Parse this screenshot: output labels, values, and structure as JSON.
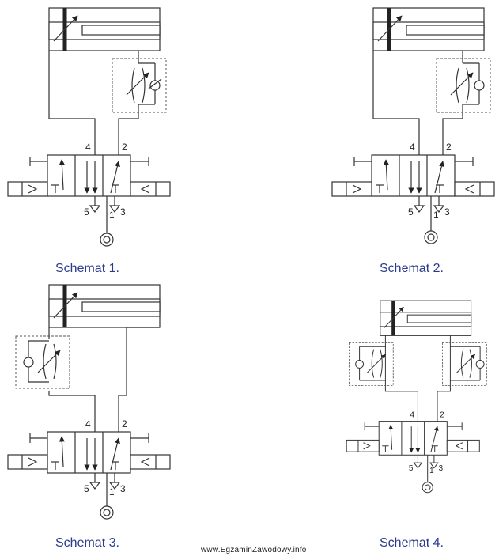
{
  "captions": [
    "Schemat 1.",
    "Schemat 2.",
    "Schemat 3.",
    "Schemat 4."
  ],
  "port_labels": {
    "p4": "4",
    "p2": "2",
    "p5": "5",
    "p1": "1",
    "p3": "3"
  },
  "watermark": "www.EgzaminZawodowy.info"
}
